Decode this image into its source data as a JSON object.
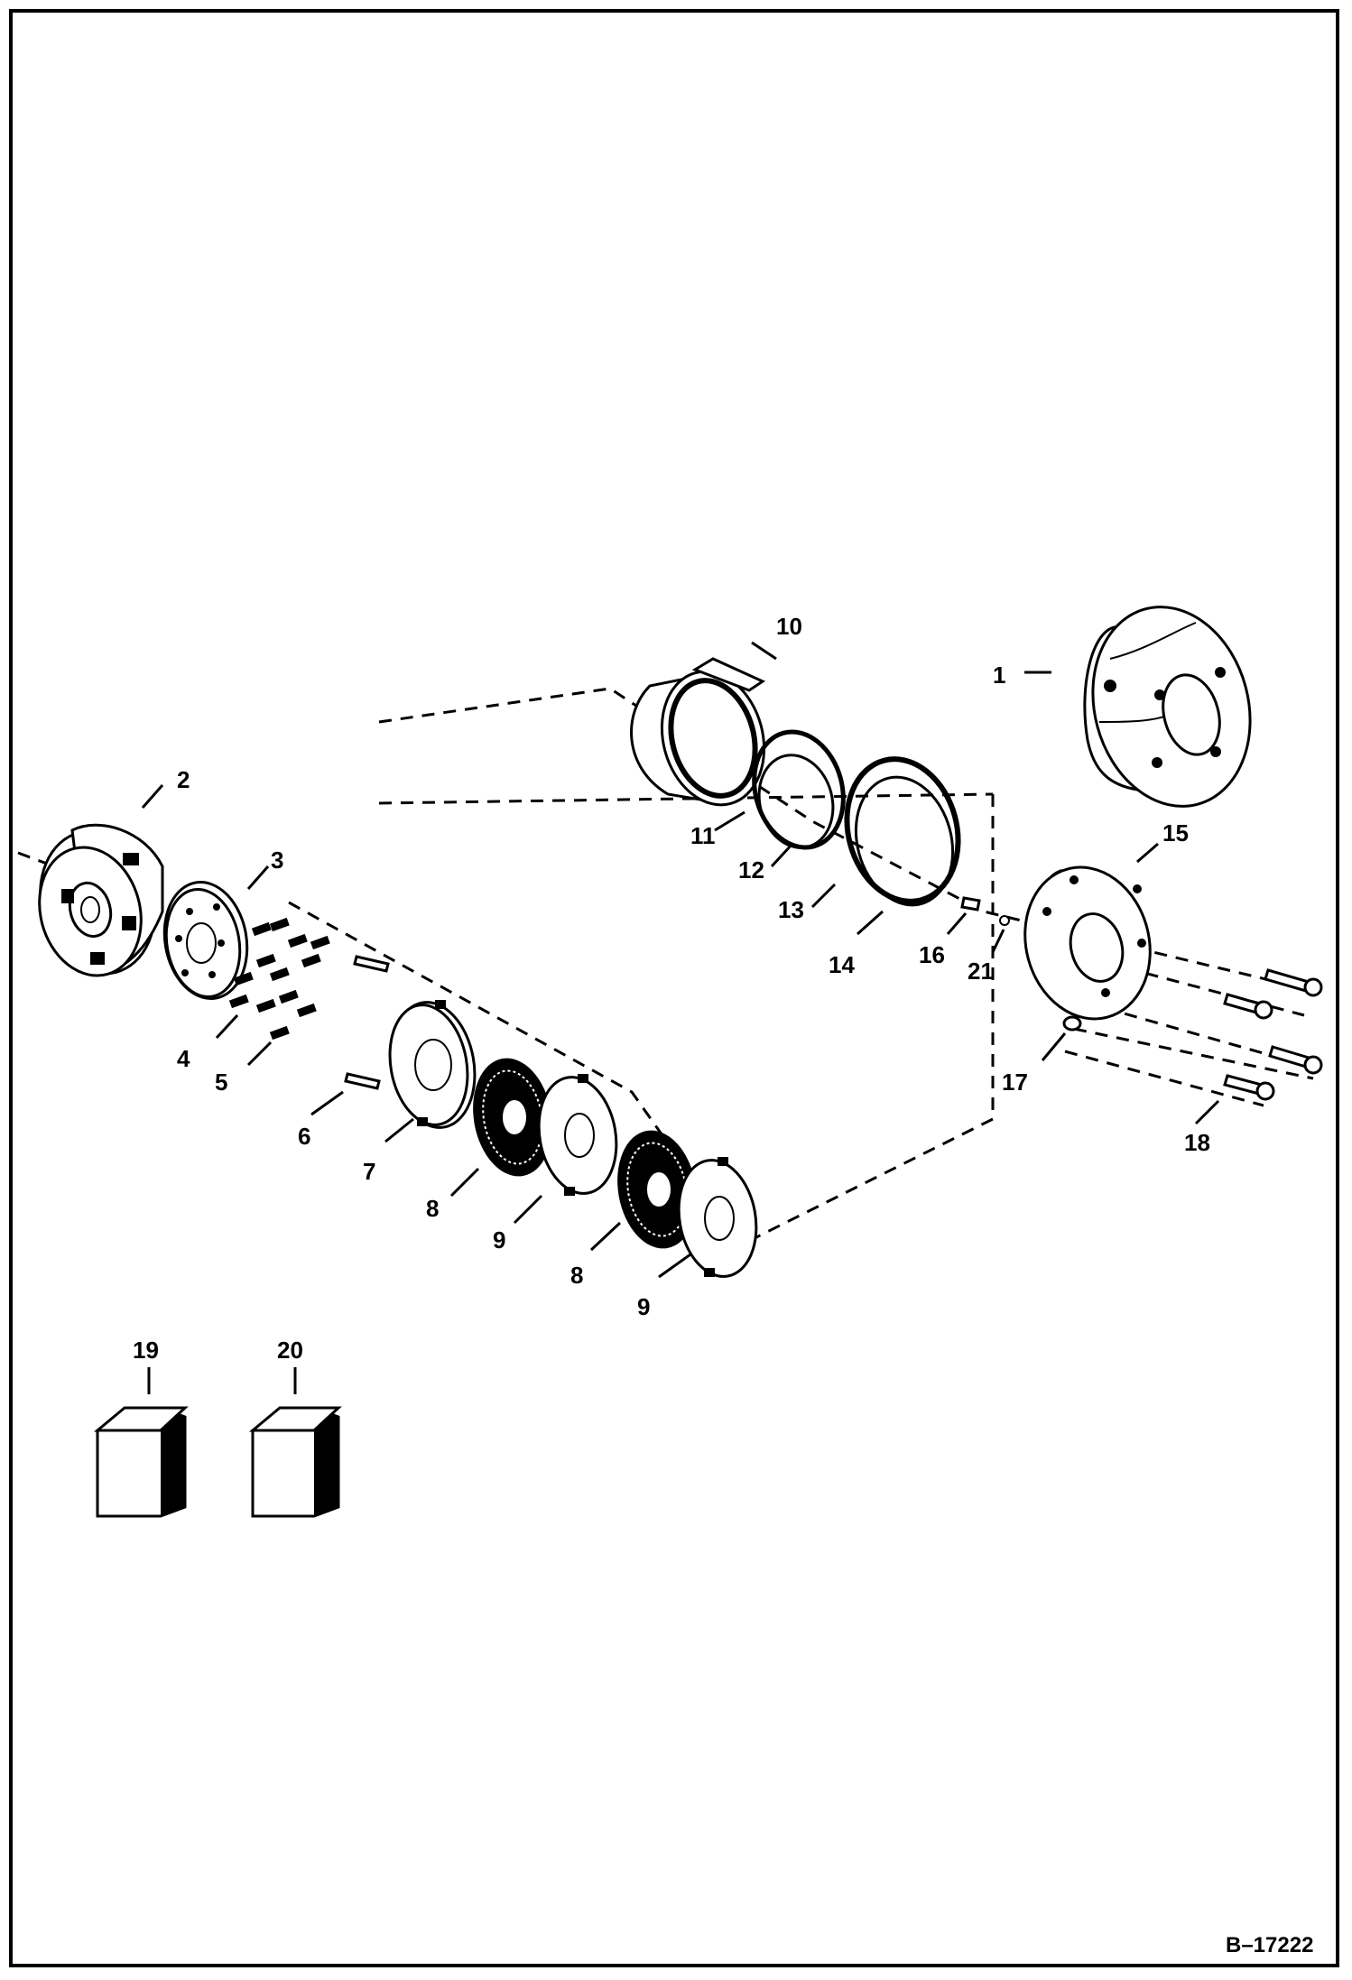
{
  "diagram": {
    "figure_id": "B–17222",
    "callouts": [
      "1",
      "2",
      "3",
      "4",
      "5",
      "6",
      "7",
      "8",
      "9",
      "10",
      "11",
      "12",
      "13",
      "14",
      "15",
      "16",
      "17",
      "18",
      "19",
      "20",
      "21"
    ],
    "callout_8b": "8",
    "callout_9b": "9"
  }
}
